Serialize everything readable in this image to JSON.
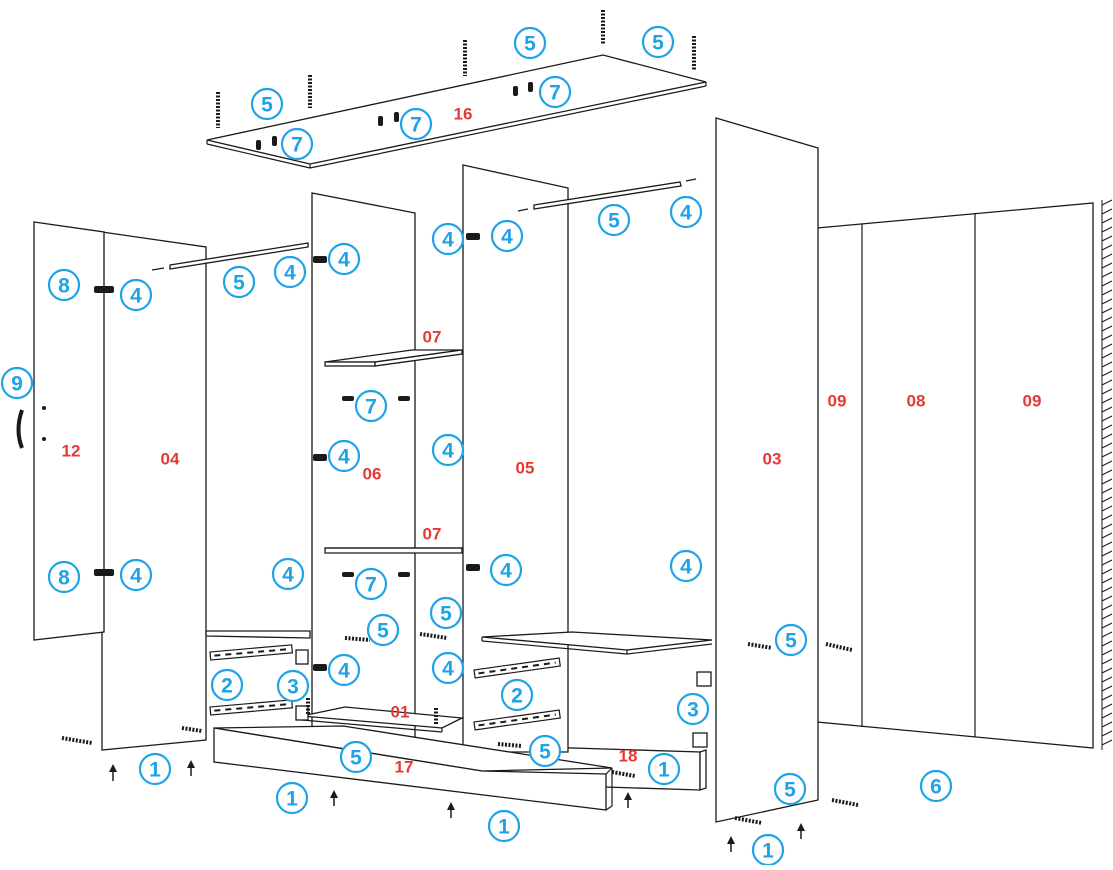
{
  "diagram": {
    "part_labels": {
      "p16": "16",
      "p12": "12",
      "p04": "04",
      "p06": "06",
      "p05": "05",
      "p03": "03",
      "p09a": "09",
      "p08": "08",
      "p09b": "09",
      "p07a": "07",
      "p07b": "07",
      "p01": "01",
      "p17": "17",
      "p18": "18"
    },
    "hardware_callouts": {
      "c1": "1",
      "c2": "2",
      "c3": "3",
      "c4": "4",
      "c5": "5",
      "c6": "6",
      "c7": "7",
      "c8": "8",
      "c9": "9"
    },
    "colors": {
      "part_label": "#e53935",
      "callout": "#1fa3e6",
      "line": "#1a1a1a"
    }
  }
}
